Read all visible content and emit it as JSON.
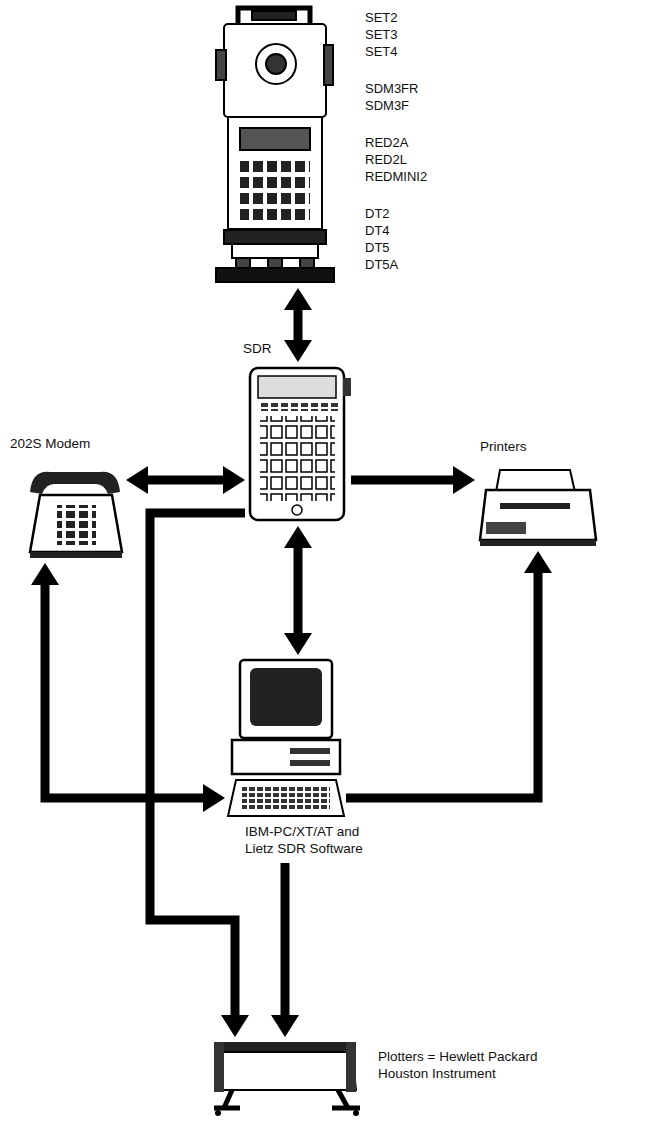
{
  "diagram": {
    "nodes": [
      {
        "text": [
          "SET2 SET3 SET4",
          "SDM3FR SDM3F",
          "RED2A RED2L REDMINI2",
          "DT2 DT4 DT5 DT5A"
        ]
      },
      {
        "text": [
          "SDR"
        ]
      },
      {
        "text": [
          "202S Modem"
        ]
      },
      {
        "text": [
          "Printers"
        ]
      },
      {
        "text": [
          "IBM-PC/XT/AT and Lietz SDR Software"
        ]
      },
      {
        "text": [
          "Plotters = Hewlett Packard Houston Instrument"
        ]
      }
    ],
    "edges": [
      {
        "from": 0,
        "to": 1,
        "arrow": "both"
      },
      {
        "from": 1,
        "to": 2,
        "arrow": "both"
      },
      {
        "from": 1,
        "to": 3,
        "arrow": "to"
      },
      {
        "from": 1,
        "to": 4,
        "arrow": "both"
      },
      {
        "from": 4,
        "to": 2,
        "arrow": "both"
      },
      {
        "from": 4,
        "to": 3,
        "arrow": "to"
      },
      {
        "from": 4,
        "to": 5,
        "arrow": "to"
      },
      {
        "from": 1,
        "to": 5,
        "arrow": "to"
      }
    ]
  }
}
